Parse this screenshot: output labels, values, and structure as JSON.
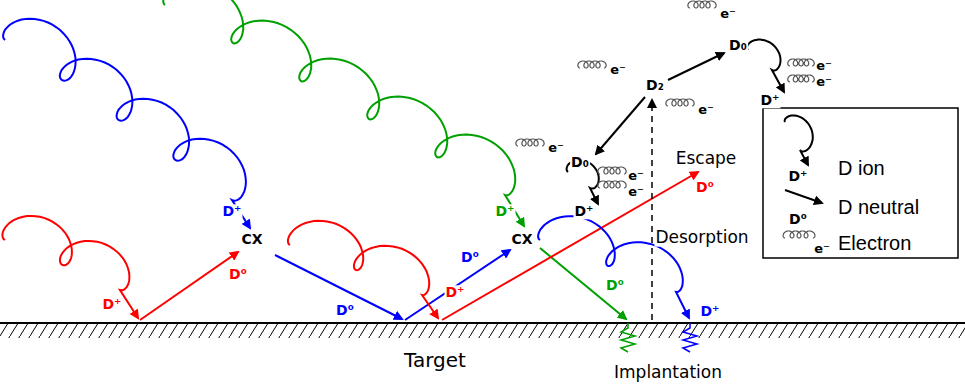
{
  "diagram": {
    "labels": [
      "D⁺",
      "D⁰",
      "D⁺",
      "CX",
      "D⁰",
      "D⁺",
      "D⁰",
      "CX",
      "D⁺",
      "D⁰",
      "D⁰",
      "D⁺",
      "Escape",
      "Desorption",
      "Target",
      "Implantation",
      "D₂",
      "D₀",
      "D₀",
      "D⁺",
      "D⁺",
      "e⁻",
      "e⁻",
      "e⁻",
      "e⁻",
      "e⁻",
      "e⁻",
      "e⁻",
      "e⁻",
      "D⁺",
      "D⁰",
      "e⁻"
    ],
    "legend": [
      {
        "text": "D ion"
      },
      {
        "text": "D neutral"
      },
      {
        "text": "Electron"
      }
    ]
  }
}
